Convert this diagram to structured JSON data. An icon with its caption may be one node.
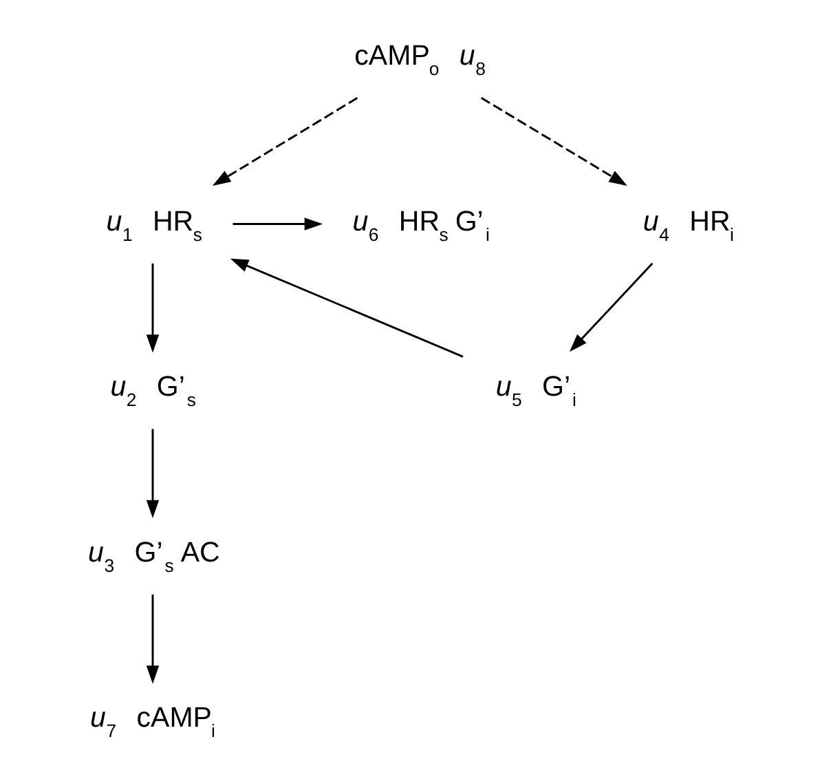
{
  "diagram": {
    "nodes": [
      {
        "text": [
          "cAMP$_{o}$"
        ],
        "beside": [
          "*u*$_{8}$"
        ]
      },
      {
        "text": [
          "HR$_{s}$"
        ],
        "beside": [
          "*u*$_{1}$"
        ]
      },
      {
        "text": [
          "HR$_{s}$ G’$_{i}$"
        ],
        "beside": [
          "*u*$_{6}$"
        ]
      },
      {
        "text": [
          "HR$_{i}$"
        ],
        "beside": [
          "*u*$_{4}$"
        ]
      },
      {
        "text": [
          "G’$_{s}$"
        ],
        "beside": [
          "*u*$_{2}$"
        ]
      },
      {
        "text": [
          "G’$_{i}$"
        ],
        "beside": [
          "*u*$_{5}$"
        ]
      },
      {
        "text": [
          "G’$_{s}$ AC"
        ],
        "beside": [
          "*u*$_{3}$"
        ]
      },
      {
        "text": [
          "cAMP$_{i}$"
        ],
        "beside": [
          "*u*$_{7}$"
        ]
      }
    ],
    "edges": [
      {
        "from": 0,
        "to": 1,
        "arrow": "to",
        "style": "dashed"
      },
      {
        "from": 0,
        "to": 3,
        "arrow": "to",
        "style": "dashed"
      },
      {
        "from": 1,
        "to": 2,
        "arrow": "to"
      },
      {
        "from": 5,
        "to": 1,
        "arrow": "to"
      },
      {
        "from": 3,
        "to": 5,
        "arrow": "to"
      },
      {
        "from": 1,
        "to": 4,
        "arrow": "to"
      },
      {
        "from": 4,
        "to": 6,
        "arrow": "to"
      },
      {
        "from": 6,
        "to": 7,
        "arrow": "to"
      }
    ]
  }
}
